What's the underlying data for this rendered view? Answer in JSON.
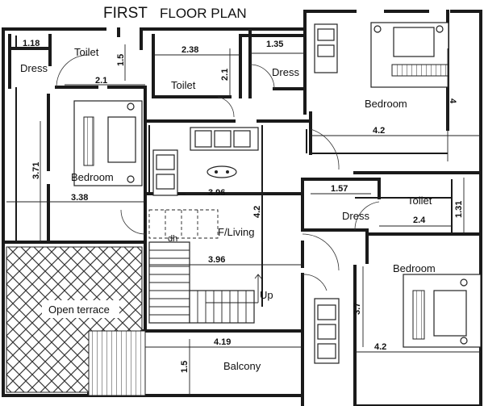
{
  "title": {
    "first": "FIRST",
    "second": "FLOOR PLAN"
  },
  "rooms": {
    "toilet_top_left": "Toilet",
    "dress_top_left": "Dress",
    "toilet_center": "Toilet",
    "dress_top_right": "Dress",
    "bedroom_top_right": "Bedroom",
    "bedroom_left": "Bedroom",
    "toilet_right": "Toilet",
    "dress_right": "Dress",
    "f_living": "F/Living",
    "bedroom_bottom_right": "Bedroom",
    "open_terrace": "Open terrace",
    "balcony": "Balcony",
    "up": "Up",
    "dh": "dh"
  },
  "dimensions": {
    "d_1_18": "1.18",
    "d_1_5_top": "1.5",
    "d_2_1_left": "2.1",
    "d_2_38": "2.38",
    "d_2_1_center": "2.1",
    "d_1_35": "1.35",
    "d_4": "4",
    "d_4_2_top": "4.2",
    "d_3_71": "3.71",
    "d_3_38": "3.38",
    "d_3_96_top": "3.96",
    "d_4_2_living": "4.2",
    "d_1_57": "1.57",
    "d_1_31": "1.31",
    "d_2_4": "2.4",
    "d_3_96_bottom": "3.96",
    "d_3_7": "3.7",
    "d_4_19": "4.19",
    "d_4_2_bottom": "4.2",
    "d_1_5_bottom": "1.5"
  }
}
